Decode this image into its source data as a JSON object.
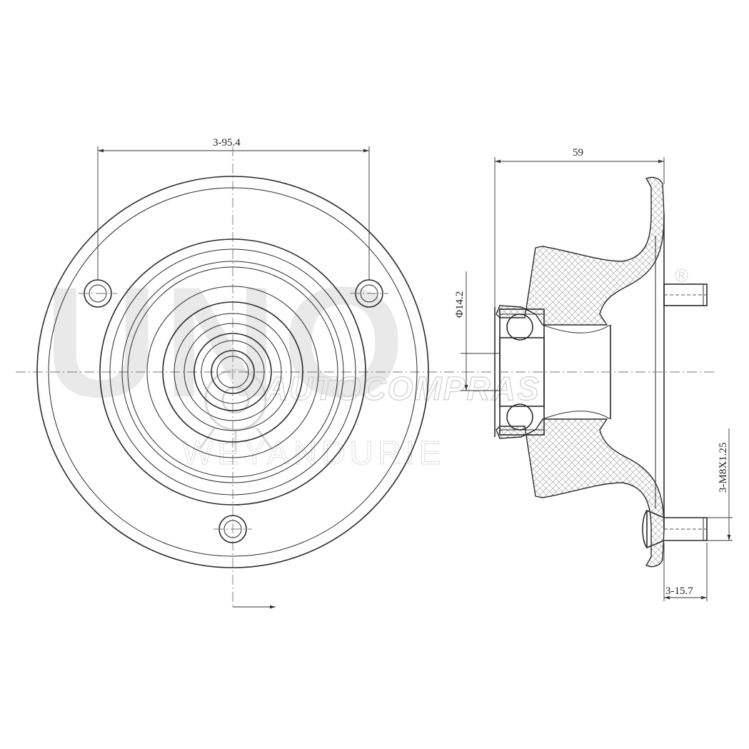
{
  "dimensions": {
    "bolt_circle": "3-95.4",
    "width": "59",
    "bore": "Φ14.2",
    "thread": "3-M8X1.25",
    "stud_length": "3-15.7"
  },
  "watermark": {
    "brand": "UNO",
    "line1": "AUTOCOMPRAS",
    "line2": "WEYANDURIE",
    "registered": "®"
  },
  "colors": {
    "line": "#2a2a2a",
    "watermark": "#e9e9e9"
  }
}
